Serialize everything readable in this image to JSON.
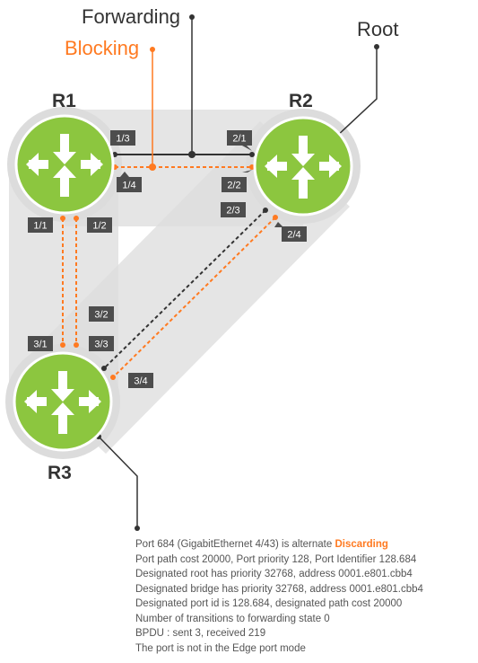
{
  "legend": {
    "forwarding": "Forwarding",
    "blocking": "Blocking",
    "root": "Root"
  },
  "routers": {
    "r1": "R1",
    "r2": "R2",
    "r3": "R3"
  },
  "ports": {
    "p13": "1/3",
    "p14": "1/4",
    "p11": "1/1",
    "p12": "1/2",
    "p21": "2/1",
    "p22": "2/2",
    "p23": "2/3",
    "p24": "2/4",
    "p31": "3/1",
    "p32": "3/2",
    "p33": "3/3",
    "p34": "3/4"
  },
  "info": {
    "line1_prefix": "Port 684 (GigabitEthernet 4/43) is alternate ",
    "line1_state": "Discarding",
    "line2": "Port path cost 20000, Port priority 128, Port Identifier 128.684",
    "line3": "Designated root has priority 32768, address 0001.e801.cbb4",
    "line4": "Designated bridge has priority 32768, address 0001.e801.cbb4",
    "line5": "Designated port id is 128.684, designated path cost 20000",
    "line6": "Number of transitions to forwarding state 0",
    "line7": "BPDU : sent 3, received 219",
    "line8": "The port is not in the Edge port mode"
  },
  "colors": {
    "orange": "#ff7a21",
    "router_green": "#8cc63f",
    "ring": "#dcdcdc",
    "label_bg": "#4d4d4d",
    "dark_line": "#333333"
  }
}
